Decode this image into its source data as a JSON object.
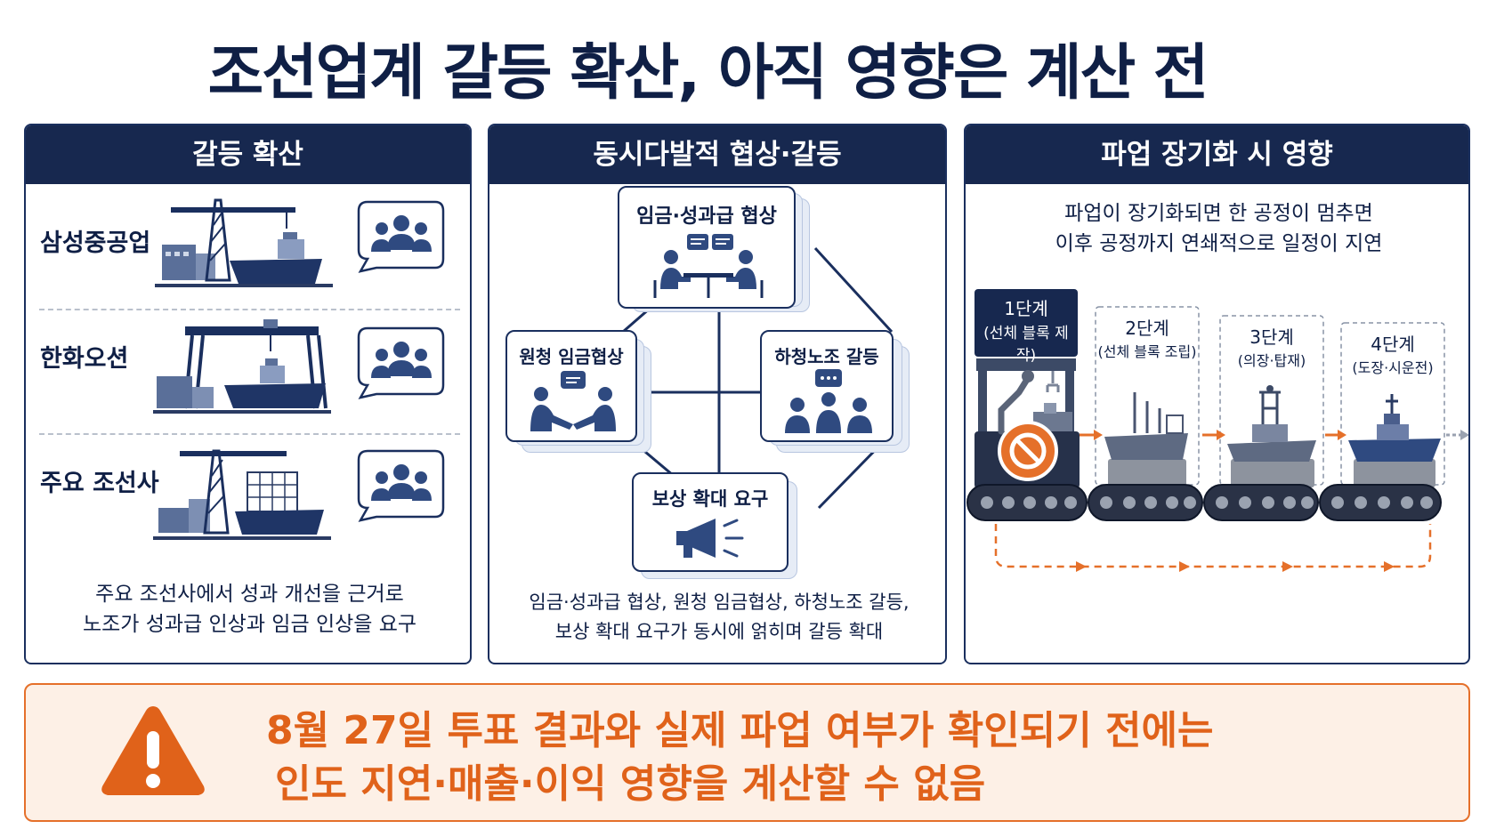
{
  "title": "조선업계 갈등 확산, 아직 영향은 계산 전",
  "panels": {
    "conflict": {
      "header": "갈등 확산",
      "yards": [
        {
          "name": "삼성중공업"
        },
        {
          "name": "한화오션"
        },
        {
          "name": "주요 조선사"
        }
      ],
      "caption_line1": "주요 조선사에서 성과 개선을 근거로",
      "caption_line2": "노조가 성과급 인상과 임금 인상을 요구"
    },
    "negotiation": {
      "header": "동시다발적 협상·갈등",
      "cards": {
        "top": "임금·성과급 협상",
        "left": "원청 임금협상",
        "right": "하청노조 갈등",
        "bottom": "보상 확대 요구"
      },
      "caption_line1": "임금·성과급 협상, 원청 임금협상, 하청노조 갈등,",
      "caption_line2": "보상 확대 요구가 동시에 얽히며 갈등 확대"
    },
    "impact": {
      "header": "파업 장기화 시 영향",
      "caption_line1": "파업이 장기화되면 한 공정이 멈추면",
      "caption_line2": "이후 공정까지 연쇄적으로 일정이 지연",
      "stages": [
        {
          "num": "1단계",
          "desc": "(선체 블록 제작)"
        },
        {
          "num": "2단계",
          "desc": "(선체 블록 조립)"
        },
        {
          "num": "3단계",
          "desc": "(의장·탑재)"
        },
        {
          "num": "4단계",
          "desc": "(도장·시운전)"
        }
      ]
    }
  },
  "warning": {
    "line1": "8월 27일 투표 결과와 실제 파업 여부가 확인되기 전에는",
    "line2": "인도 지연·매출·이익 영향을 계산할 수 없음"
  },
  "colors": {
    "navy": "#17284f",
    "orange": "#e5702a",
    "icon_blue": "#2f4a80"
  }
}
